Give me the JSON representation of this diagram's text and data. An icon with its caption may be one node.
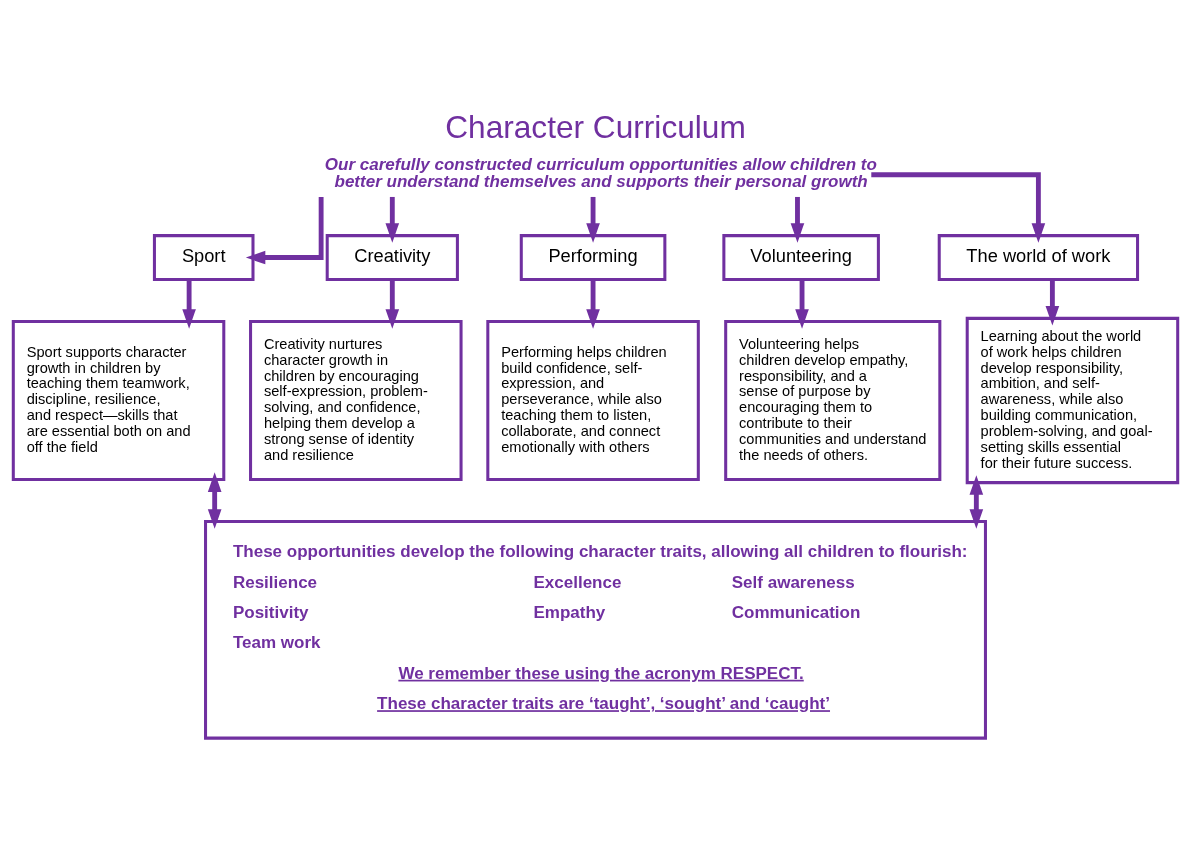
{
  "diagram": {
    "title": "Character Curriculum",
    "nodes": [
      {
        "text": [
          "Our carefully constructed curriculum opportunities allow children to better understand themselves and supports their personal growth"
        ]
      },
      {
        "text": [
          "Sport"
        ]
      },
      {
        "text": [
          "Creativity"
        ]
      },
      {
        "text": [
          "Performing"
        ]
      },
      {
        "text": [
          "Volunteering"
        ]
      },
      {
        "text": [
          "The world of work"
        ]
      },
      {
        "text": [
          "Sport supports character growth in children by teaching them teamwork, discipline, resilience, and respect—skills that are essential both on and off the field"
        ]
      },
      {
        "text": [
          "Creativity nurtures character growth in children by encouraging self-expression, problem-solving, and confidence, helping them develop a strong sense of identity and resilience"
        ]
      },
      {
        "text": [
          "Performing helps children build confidence, self-expression, and perseverance, while also teaching them to listen, collaborate, and connect emotionally with others"
        ]
      },
      {
        "text": [
          "Volunteering helps children develop empathy, responsibility, and a sense of purpose by encouraging them to contribute to their communities and understand the needs of others."
        ]
      },
      {
        "text": [
          "Learning about the world of work helps children develop responsibility, ambition, and self-awareness, while also building communication, problem-solving, and goal-setting skills essential for their future success."
        ]
      },
      {
        "text": [
          "These opportunities develop the following character traits, allowing all children to flourish:",
          "Resilience",
          "Excellence",
          "Self awareness",
          "Positivity",
          "Empathy",
          "Communication",
          "Team work",
          "We remember these using the acronym RESPECT.",
          "These character traits are ‘taught’, ‘sought’ and ‘caught’"
        ]
      }
    ],
    "edges": [
      {
        "from": 0,
        "to": 1,
        "arrow": "to"
      },
      {
        "from": 0,
        "to": 2,
        "arrow": "to"
      },
      {
        "from": 0,
        "to": 3,
        "arrow": "to"
      },
      {
        "from": 0,
        "to": 4,
        "arrow": "to"
      },
      {
        "from": 0,
        "to": 5,
        "arrow": "to"
      },
      {
        "from": 1,
        "to": 6,
        "arrow": "to"
      },
      {
        "from": 2,
        "to": 7,
        "arrow": "to"
      },
      {
        "from": 3,
        "to": 8,
        "arrow": "to"
      },
      {
        "from": 4,
        "to": 9,
        "arrow": "to"
      },
      {
        "from": 5,
        "to": 10,
        "arrow": "to"
      },
      {
        "from": 6,
        "to": 11,
        "arrow": "both"
      },
      {
        "from": 10,
        "to": 11,
        "arrow": "both"
      }
    ]
  }
}
